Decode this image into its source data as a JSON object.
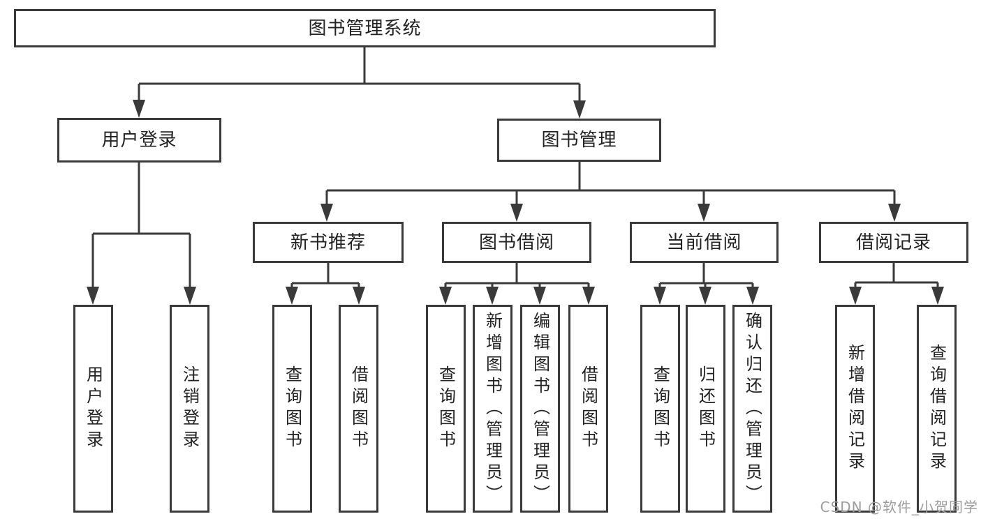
{
  "tree": {
    "label": "图书管理系统",
    "children": [
      {
        "label": "用户登录",
        "children": [
          {
            "label": "用户登录"
          },
          {
            "label": "注销登录"
          }
        ]
      },
      {
        "label": "图书管理",
        "children": [
          {
            "label": "新书推荐",
            "children": [
              {
                "label": "查询图书"
              },
              {
                "label": "借阅图书"
              }
            ]
          },
          {
            "label": "图书借阅",
            "children": [
              {
                "label": "查询图书"
              },
              {
                "label": "新增图书（管理员）"
              },
              {
                "label": "编辑图书（管理员）"
              },
              {
                "label": "借阅图书"
              }
            ]
          },
          {
            "label": "当前借阅",
            "children": [
              {
                "label": "查询图书"
              },
              {
                "label": "归还图书"
              },
              {
                "label": "确认归还（管理员）"
              }
            ]
          },
          {
            "label": "借阅记录",
            "children": [
              {
                "label": "新增借阅记录"
              },
              {
                "label": "查询借阅记录"
              }
            ]
          }
        ]
      }
    ]
  },
  "watermark": "CSDN @软件_小贺同学",
  "colors": {
    "line": "#3a3a3a",
    "text": "#222222",
    "box_background": "#ffffff",
    "watermark": "#9c9c9c",
    "background": "#ffffff"
  }
}
